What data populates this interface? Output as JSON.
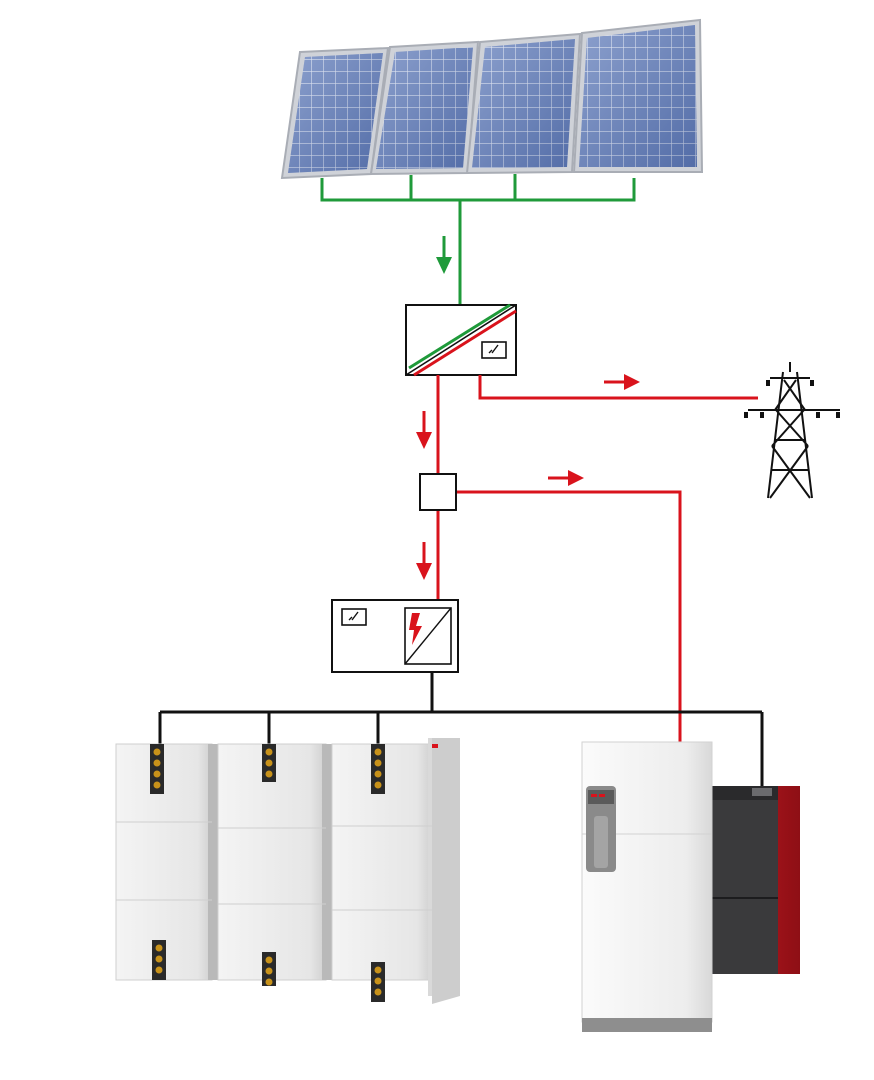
{
  "colors": {
    "background": "#ffffff",
    "dc_line": "#1f9a3a",
    "ac_line": "#d9131c",
    "control_line": "#111111",
    "panel_cell": "#5e7ab8",
    "panel_frame": "#c9ccd2",
    "storage_body": "#ebebeb",
    "heat_pump_body": "#f2f2f2",
    "boiler_red": "#b3151d",
    "boiler_dark": "#3a3a3c",
    "pylon": "#111111"
  },
  "diagram": {
    "nodes": [
      {
        "id": "solar-array",
        "kind": "pv-panels",
        "count": 4
      },
      {
        "id": "pv-inverter",
        "kind": "inverter",
        "icon": "inverter-dc-ac-icon",
        "display_icon": "meter-check-icon"
      },
      {
        "id": "junction-box",
        "kind": "junction"
      },
      {
        "id": "battery-inverter",
        "kind": "charge-controller",
        "icons": [
          "meter-check-icon",
          "lightning-bolt-icon"
        ]
      },
      {
        "id": "storage-modules",
        "kind": "storage-tanks",
        "count": 3
      },
      {
        "id": "heat-pump",
        "kind": "heat-pump"
      },
      {
        "id": "boiler",
        "kind": "boiler"
      },
      {
        "id": "power-grid",
        "kind": "pylon",
        "icon": "power-pylon-icon"
      }
    ],
    "connections": [
      {
        "from": "solar-array",
        "to": "pv-inverter",
        "type": "dc",
        "arrow": "down"
      },
      {
        "from": "pv-inverter",
        "to": "power-grid",
        "type": "ac",
        "arrow": "right"
      },
      {
        "from": "pv-inverter",
        "to": "junction-box",
        "type": "ac",
        "arrow": "down"
      },
      {
        "from": "junction-box",
        "to": "heat-pump",
        "type": "ac",
        "arrow": "right"
      },
      {
        "from": "junction-box",
        "to": "battery-inverter",
        "type": "ac",
        "arrow": "down"
      },
      {
        "from": "battery-inverter",
        "to": "storage-modules",
        "type": "control"
      },
      {
        "from": "battery-inverter",
        "to": "heat-pump",
        "type": "control"
      },
      {
        "from": "battery-inverter",
        "to": "boiler",
        "type": "control"
      }
    ]
  }
}
